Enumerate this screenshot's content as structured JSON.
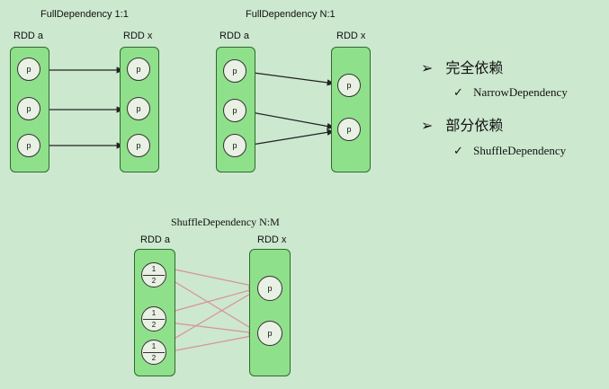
{
  "diagram1": {
    "title": "FullDependency 1:1",
    "left_label": "RDD a",
    "right_label": "RDD x",
    "node_label": "p"
  },
  "diagram2": {
    "title": "FullDependency N:1",
    "left_label": "RDD a",
    "right_label": "RDD x",
    "node_label": "p"
  },
  "diagram3": {
    "title": "ShuffleDependency N:M",
    "left_label": "RDD a",
    "right_label": "RDD x",
    "node_label": "p",
    "fraction_top": "1",
    "fraction_bottom": "2"
  },
  "bullets": [
    {
      "marker": "➢",
      "text": "完全依赖",
      "sub": {
        "marker": "✓",
        "text": "NarrowDependency"
      }
    },
    {
      "marker": "➢",
      "text": "部分依赖",
      "sub": {
        "marker": "✓",
        "text": "ShuffleDependency"
      }
    }
  ],
  "colors": {
    "background": "#cce8cf",
    "box": "#8fe08a",
    "shuffle_arrow": "#d9909c"
  }
}
